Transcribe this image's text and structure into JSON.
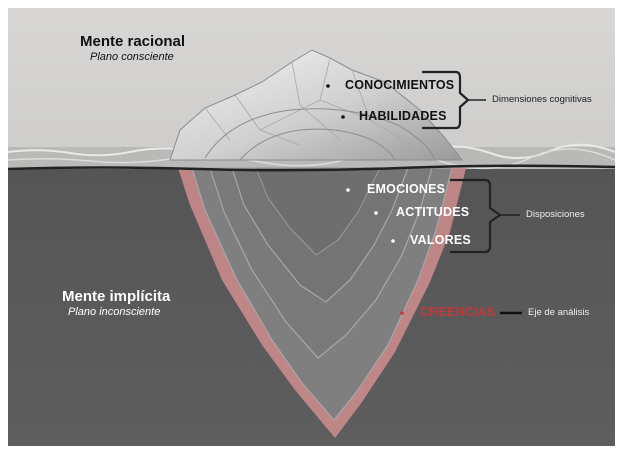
{
  "sections": {
    "conscious": {
      "title": "Mente racional",
      "subtitle": "Plano consciente"
    },
    "unconscious": {
      "title": "Mente implícita",
      "subtitle": "Plano inconsciente"
    }
  },
  "groups": {
    "cognitive": {
      "label": "Dimensiones cognitivas",
      "items": [
        "CONOCIMIENTOS",
        "HABILIDADES"
      ]
    },
    "dispositions": {
      "label": "Disposiciones",
      "items": [
        "EMOCIONES",
        "ACTITUDES",
        "VALORES"
      ]
    },
    "analysis": {
      "label": "Eje de análisis",
      "item": "CREENCIAS"
    }
  },
  "colors": {
    "sky": "#d5d4d2",
    "water": "#5b5b5b",
    "iceberg": "#8a8a8a",
    "beliefs_layer": "#c98b8b",
    "beliefs_text": "#c0393b",
    "text_dark": "#111111",
    "text_light": "#ffffff"
  }
}
